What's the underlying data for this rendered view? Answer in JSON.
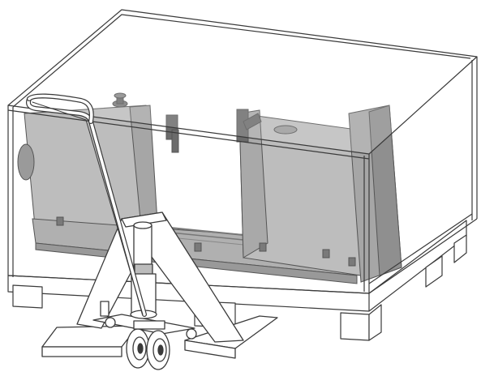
{
  "colors": {
    "background": "#ffffff",
    "line": "#3a3a3a",
    "machine_fill": "#bdbdbd",
    "machine_shadow": "#a6a6a6",
    "dark_part": "#6b6b6b"
  },
  "icons": {
    "crate": "transparent-crate-outline",
    "machine": "packaged-machine",
    "pallet_jack": "hand-pallet-truck"
  }
}
